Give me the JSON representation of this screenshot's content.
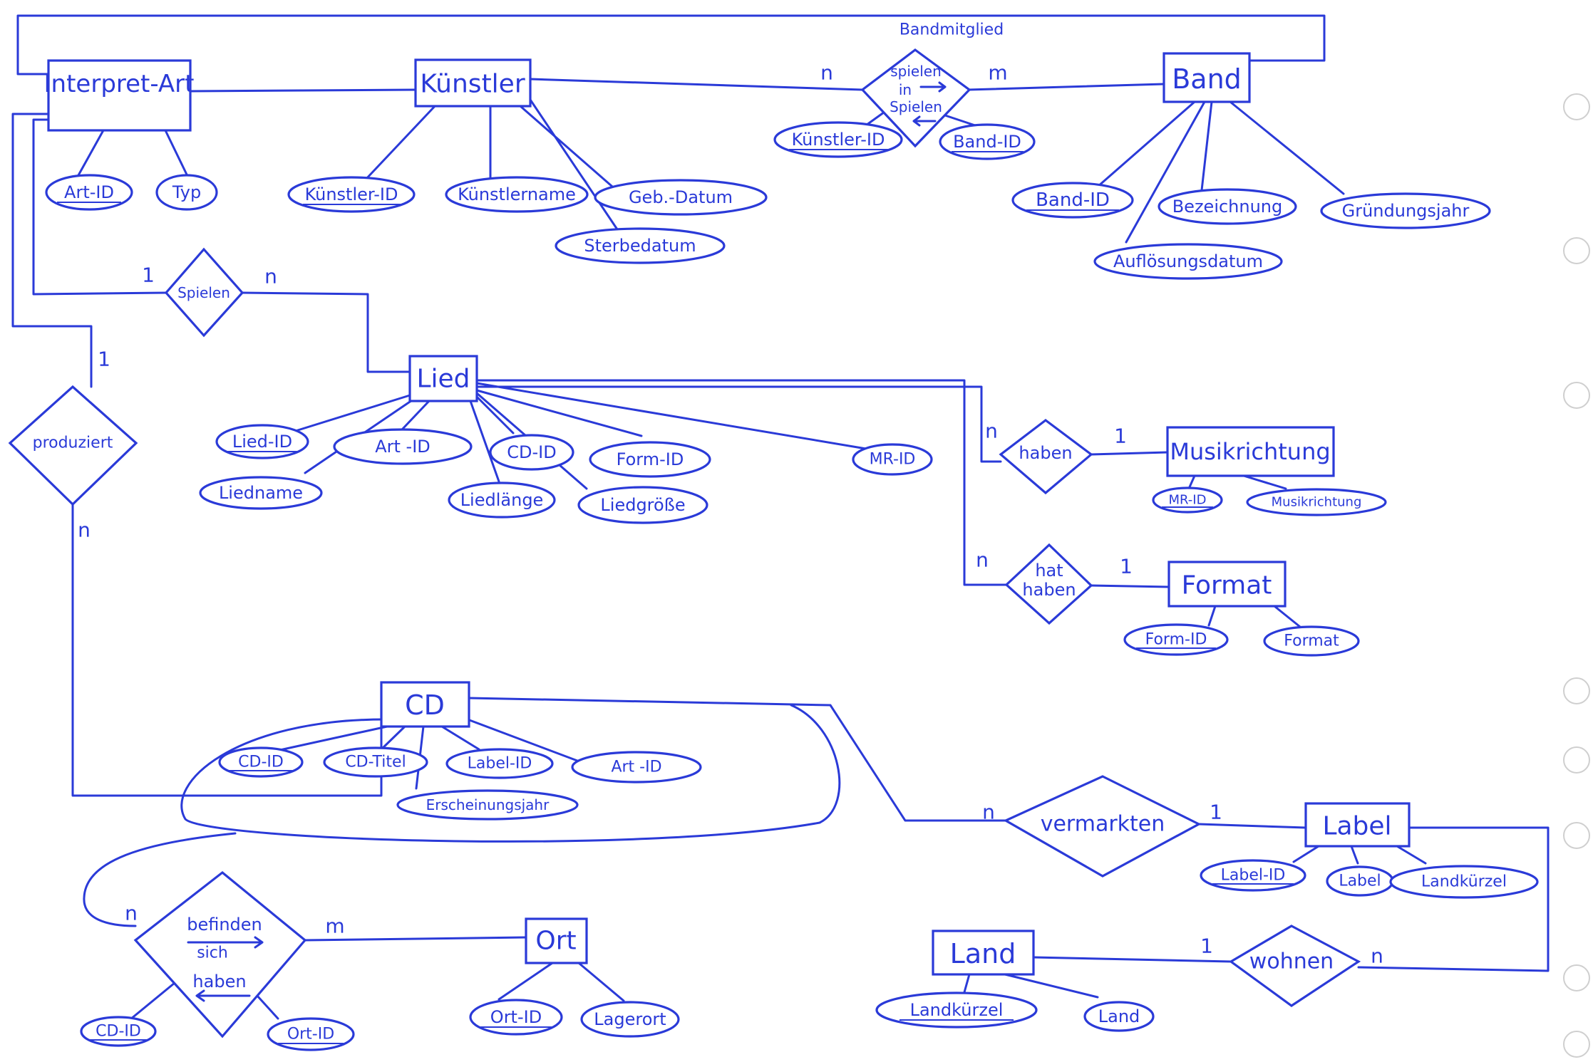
{
  "entities": {
    "interpret_art": "Interpret-Art",
    "kuenstler": "Künstler",
    "band": "Band",
    "lied": "Lied",
    "musikrichtung": "Musikrichtung",
    "format": "Format",
    "cd": "CD",
    "label": "Label",
    "land": "Land",
    "ort": "Ort"
  },
  "relationships": {
    "bandmitglied_title": "Bandmitglied",
    "spielen_in_1": "spielen",
    "spielen_in_2": "in",
    "spielen_in_3": "Spielen",
    "spielen": "Spielen",
    "produziert": "produziert",
    "haben": "haben",
    "hat_haben_1": "hat",
    "hat_haben_2": "haben",
    "vermarkten": "vermarkten",
    "wohnen": "wohnen",
    "befinden_1": "befinden",
    "befinden_2": "sich",
    "befinden_3": "haben"
  },
  "attributes": {
    "art_id": "Art-ID",
    "typ": "Typ",
    "kuenstler_id": "Künstler-ID",
    "kuenstlername": "Künstlername",
    "geb_datum": "Geb.-Datum",
    "sterbedatum": "Sterbedatum",
    "bm_kuenstler_id": "Künstler-ID",
    "bm_band_id": "Band-ID",
    "band_id": "Band-ID",
    "bezeichnung": "Bezeichnung",
    "gruendungsjahr": "Gründungsjahr",
    "aufloesungsdatum": "Auflösungsdatum",
    "lied_id": "Lied-ID",
    "lied_art_id": "Art -ID",
    "lied_cd_id": "CD-ID",
    "lied_form_id": "Form-ID",
    "lied_mr_id": "MR-ID",
    "liedname": "Liedname",
    "liedlaenge": "Liedlänge",
    "liedgroesse": "Liedgröße",
    "mr_id": "MR-ID",
    "mr_name": "Musikrichtung",
    "form_id": "Form-ID",
    "format_name": "Format",
    "cd_id": "CD-ID",
    "cd_titel": "CD-Titel",
    "cd_label_id": "Label-ID",
    "cd_art_id": "Art -ID",
    "erscheinungsjahr": "Erscheinungsjahr",
    "label_id": "Label-ID",
    "label_name": "Label",
    "label_landkuerzel": "Landkürzel",
    "landkuerzel": "Landkürzel",
    "land_name": "Land",
    "ort_id": "Ort-ID",
    "lagerort": "Lagerort",
    "bef_cd_id": "CD-ID",
    "bef_ort_id": "Ort-ID"
  },
  "cardinalities": {
    "bm_kuenstler": "n",
    "bm_band": "m",
    "sp_art": "1",
    "sp_lied": "n",
    "prod_art": "1",
    "prod_cd": "n",
    "haben_lied": "n",
    "haben_mr": "1",
    "hat_lied": "n",
    "hat_format": "1",
    "verm_cd": "n",
    "verm_label": "1",
    "wohnen_land": "1",
    "wohnen_label": "n",
    "bef_cd": "n",
    "bef_ort": "m"
  },
  "colors": {
    "ink": "#2a3ad8",
    "paper": "#ffffff",
    "punch_hole": "#cfcfcf"
  }
}
